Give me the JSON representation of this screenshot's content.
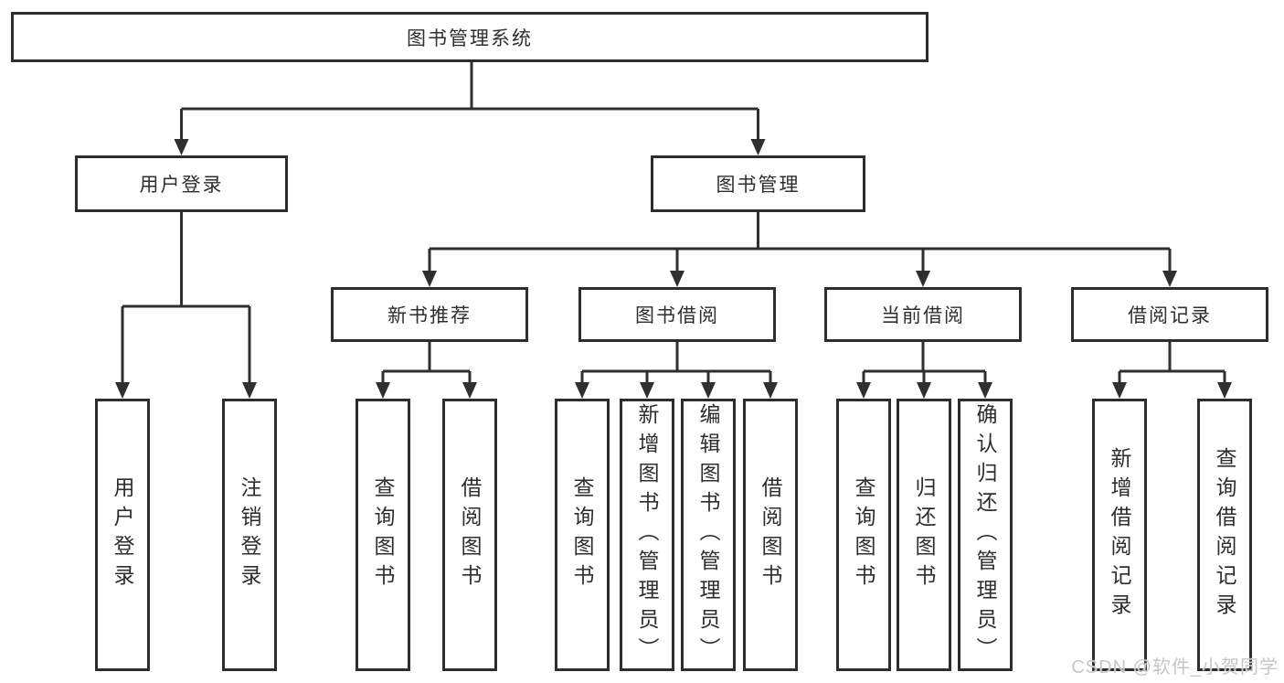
{
  "watermark": "CSDN @软件_小贺同学",
  "nodes": {
    "root": {
      "label": "图书管理系统"
    },
    "user_login": {
      "label": "用户登录"
    },
    "book_management": {
      "label": "图书管理"
    },
    "new_book_recommend": {
      "label": "新书推荐"
    },
    "book_borrowing": {
      "label": "图书借阅"
    },
    "current_borrowing": {
      "label": "当前借阅"
    },
    "borrowing_records": {
      "label": "借阅记录"
    },
    "leaf_user_login": {
      "label": "用户登录"
    },
    "leaf_logout": {
      "label": "注销登录"
    },
    "leaf_query_books_recommend": {
      "label": "查询图书"
    },
    "leaf_borrow_books_recommend": {
      "label": "借阅图书"
    },
    "leaf_query_books_borrowing": {
      "label": "查询图书"
    },
    "leaf_add_books_admin": {
      "label": "新增图书（管理员）"
    },
    "leaf_edit_books_admin": {
      "label": "编辑图书（管理员）"
    },
    "leaf_borrow_books_borrowing": {
      "label": "借阅图书"
    },
    "leaf_query_books_current": {
      "label": "查询图书"
    },
    "leaf_return_books": {
      "label": "归还图书"
    },
    "leaf_confirm_return_admin": {
      "label": "确认归还（管理员）"
    },
    "leaf_add_borrow_record": {
      "label": "新增借阅记录"
    },
    "leaf_query_borrow_record": {
      "label": "查询借阅记录"
    }
  },
  "colors": {
    "line": "#2f2f2f",
    "border": "#2d2d2d",
    "text": "#2e2e2e",
    "watermark": "#c6c6c6",
    "background": "#ffffff"
  }
}
